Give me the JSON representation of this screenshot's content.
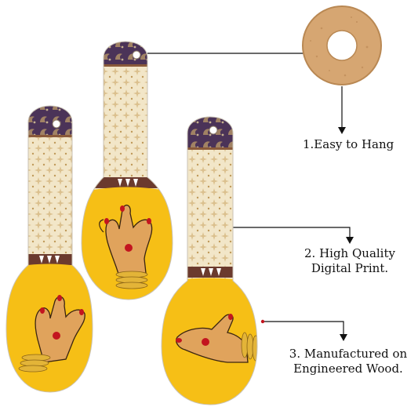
{
  "callouts": {
    "easy_hang": "1.Easy to Hang",
    "print_line1": "2. High Quality",
    "print_line2": "Digital Print.",
    "wood_line1": "3. Manufactured on",
    "wood_line2": "Engineered Wood."
  },
  "colors": {
    "spoon_yellow": "#f6bf16",
    "handle_cream": "#f2e6c8",
    "pattern_gold": "#cbaa6a",
    "border_purple": "#4b3358",
    "cork": "#d6a672",
    "skin": "#e0a35c",
    "red": "#c3151f",
    "arrow": "#111111"
  }
}
